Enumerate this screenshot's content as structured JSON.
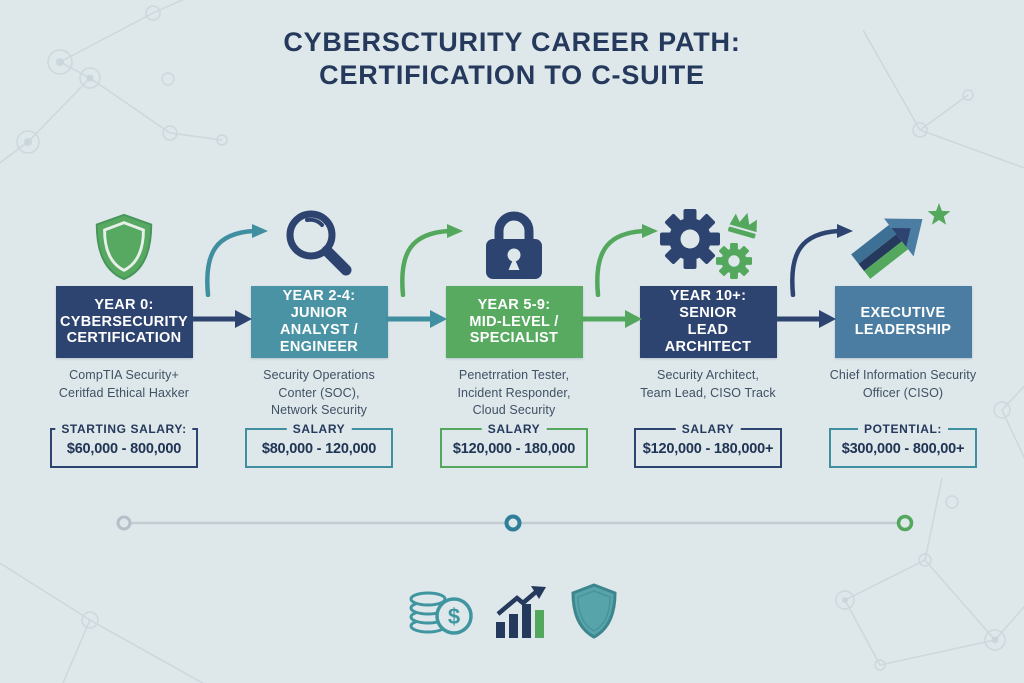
{
  "page_title": {
    "line1": "CYBERSCTURITY CAREER PATH:",
    "line2": "CERTIFICATION TO C-SUITE"
  },
  "colors": {
    "background": "#dee7ea",
    "navy": "#2e4470",
    "teal": "#4a93a4",
    "green": "#57aa60",
    "steel_blue": "#4a7da1",
    "arrow_teal": "#3f8fa0",
    "arrow_green": "#53a85d",
    "title_text": "#24395c",
    "timeline_gray": "#c3cdd4"
  },
  "stages": [
    {
      "icon": "shield-icon",
      "box_label": "YEAR 0:\nCYBERSECURITY\nCERTIFICATION",
      "box_color": "#2e4470",
      "description": "CompTIA Security+\nCeritfad Ethical Haxker",
      "salary_label": "STARTING SALARY:",
      "salary_value": "$60,000 - 800,000",
      "salary_border_color": "#2e4470"
    },
    {
      "icon": "magnifier-icon",
      "box_label": "YEAR 2-4:\nJUNIOR\nANALYST /\nENGINEER",
      "box_color": "#4a93a4",
      "description": "Security Operations\nConter (SOC),\nNetwork Security",
      "salary_label": "SALARY",
      "salary_value": "$80,000 - 120,000",
      "salary_border_color": "#3f8fa0"
    },
    {
      "icon": "padlock-icon",
      "box_label": "YEAR 5-9:\nMID-LEVEL /\nSPECIALIST",
      "box_color": "#57aa60",
      "description": "Penetrration Tester,\nIncident Responder,\nCloud Security",
      "salary_label": "SALARY",
      "salary_value": "$120,000 - 180,000",
      "salary_border_color": "#53a85d"
    },
    {
      "icon": "gears-crown-icon",
      "box_label": "YEAR 10+:\nSENIOR\nLEAD\nARCHITECT",
      "box_color": "#2e4470",
      "description": "Security Architect,\nTeam Lead, CISO Track",
      "salary_label": "SALARY",
      "salary_value": "$120,000 - 180,000+",
      "salary_border_color": "#2e4470"
    },
    {
      "icon": "growth-arrow-star-icon",
      "box_label": "EXECUTIVE\nLEADERSHIP",
      "box_color": "#4a7da1",
      "description": "Chief Information Security\nOfficer (CISO)",
      "salary_label": "POTENTIAL:",
      "salary_value": "$300,000 - 800,00+",
      "salary_border_color": "#3f8fa0"
    }
  ],
  "timeline": {
    "dots": [
      {
        "name": "timeline-dot-start",
        "color": "#b4c0c8"
      },
      {
        "name": "timeline-dot-middle",
        "color": "#2f7f9b"
      },
      {
        "name": "timeline-dot-end",
        "color": "#53a85d"
      }
    ]
  },
  "footer_icons": [
    "coins-dollar-icon",
    "bar-chart-growth-icon",
    "shield-badge-icon"
  ]
}
